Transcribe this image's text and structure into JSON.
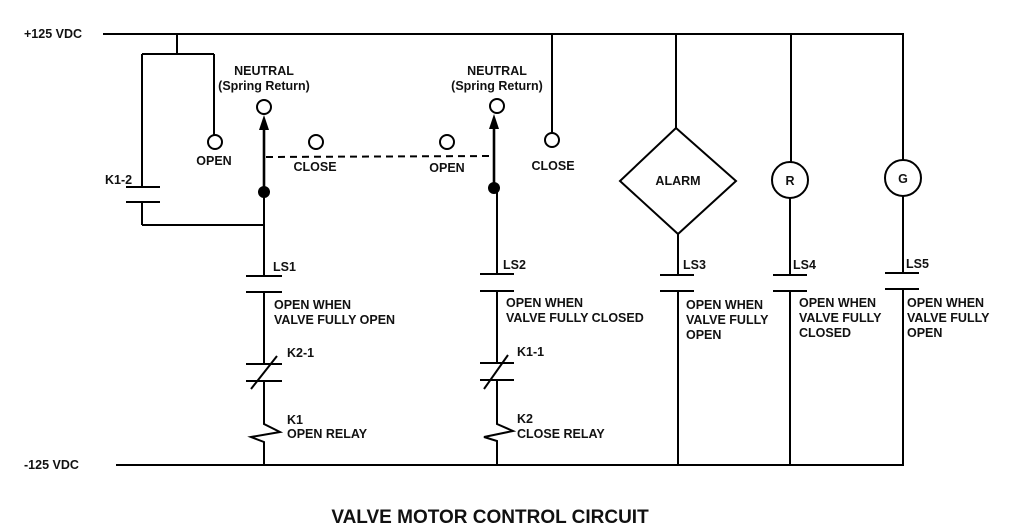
{
  "title": "VALVE MOTOR CONTROL CIRCUIT",
  "buses": {
    "positive": "+125 VDC",
    "negative": "-125 VDC"
  },
  "seal_in_contact": {
    "label": "K1-2"
  },
  "switch_open": {
    "neutral_label_1": "NEUTRAL",
    "neutral_label_2": "(Spring Return)",
    "open_label": "OPEN",
    "close_label": "CLOSE"
  },
  "switch_close": {
    "neutral_label_1": "NEUTRAL",
    "neutral_label_2": "(Spring Return)",
    "open_label": "OPEN",
    "close_label": "CLOSE"
  },
  "branches": [
    {
      "limit_switch": "LS1",
      "ls_note": [
        "OPEN WHEN",
        "VALVE FULLY OPEN"
      ],
      "interlock": "K2-1",
      "relay": "K1",
      "relay_desc": "OPEN RELAY"
    },
    {
      "limit_switch": "LS2",
      "ls_note": [
        "OPEN WHEN",
        "VALVE FULLY CLOSED"
      ],
      "interlock": "K1-1",
      "relay": "K2",
      "relay_desc": "CLOSE RELAY"
    }
  ],
  "indicators": [
    {
      "label": "ALARM",
      "shape": "diamond",
      "limit_switch": "LS3",
      "ls_note": [
        "OPEN WHEN",
        "VALVE FULLY",
        "OPEN"
      ]
    },
    {
      "label": "R",
      "shape": "circle",
      "limit_switch": "LS4",
      "ls_note": [
        "OPEN WHEN",
        "VALVE FULLY",
        "CLOSED"
      ]
    },
    {
      "label": "G",
      "shape": "circle",
      "limit_switch": "LS5",
      "ls_note": [
        "OPEN WHEN",
        "VALVE FULLY",
        "OPEN"
      ]
    }
  ]
}
